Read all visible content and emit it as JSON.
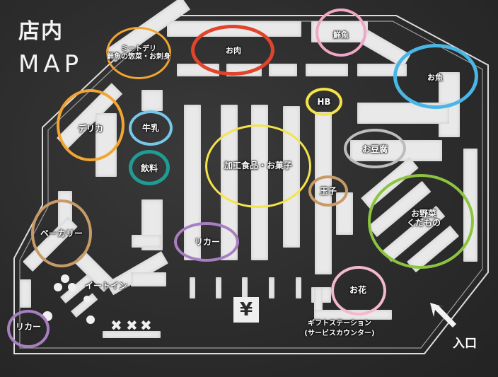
{
  "header": {
    "title_line1": "店内",
    "title_line2": "MAP"
  },
  "colors": {
    "background": "#2e2e2e",
    "shelf": "#e9e9e9",
    "orange": "#f2a530",
    "red": "#e2442b",
    "pink": "#f0a6c4",
    "blue": "#49b6e6",
    "yellow": "#f4e34a",
    "light_blue": "#77c7ea",
    "teal": "#1f9c93",
    "grey": "#bdbdbd",
    "tan": "#c89a66",
    "green": "#8cc43f",
    "purple": "#a77fc1",
    "light_pink": "#f3b8cf"
  },
  "sections": [
    {
      "label": "ミートデリ\n鮮魚の惣菜・お刺身",
      "color": "orange",
      "icon": "circle-marker"
    },
    {
      "label": "お肉",
      "color": "red",
      "icon": "circle-marker"
    },
    {
      "label": "鮮魚",
      "color": "pink",
      "icon": "circle-marker"
    },
    {
      "label": "お魚",
      "color": "blue",
      "icon": "circle-marker"
    },
    {
      "label": "デリカ",
      "color": "orange",
      "icon": "circle-marker"
    },
    {
      "label": "牛乳",
      "color": "light_blue",
      "icon": "circle-marker"
    },
    {
      "label": "飲料",
      "color": "teal",
      "icon": "circle-marker"
    },
    {
      "label": "HB",
      "color": "yellow",
      "icon": "circle-marker"
    },
    {
      "label": "お豆腐",
      "color": "grey",
      "icon": "circle-marker"
    },
    {
      "label": "加工食品・お菓子",
      "color": "yellow",
      "icon": "circle-marker"
    },
    {
      "label": "玉子",
      "color": "tan",
      "icon": "circle-marker"
    },
    {
      "label": "お野菜\nくだもの",
      "color": "green",
      "icon": "circle-marker"
    },
    {
      "label": "ベーカリー",
      "color": "tan",
      "icon": "circle-marker"
    },
    {
      "label": "リカー",
      "color": "purple",
      "icon": "circle-marker"
    },
    {
      "label": "お花",
      "color": "light_pink",
      "icon": "circle-marker"
    },
    {
      "label": "リカー",
      "color": "purple",
      "icon": "circle-marker"
    }
  ],
  "labels": {
    "eat_in": "イートイン",
    "gift_station_line1": "ギフトステーション",
    "gift_station_line2": "(サービスカウンター)",
    "entrance": "入口",
    "yen_symbol": "¥",
    "x_marks": [
      "✖",
      "✖",
      "✖"
    ]
  },
  "icons": {
    "entrance_arrow": "arrow-up-left-icon",
    "register": "yen-icon"
  }
}
